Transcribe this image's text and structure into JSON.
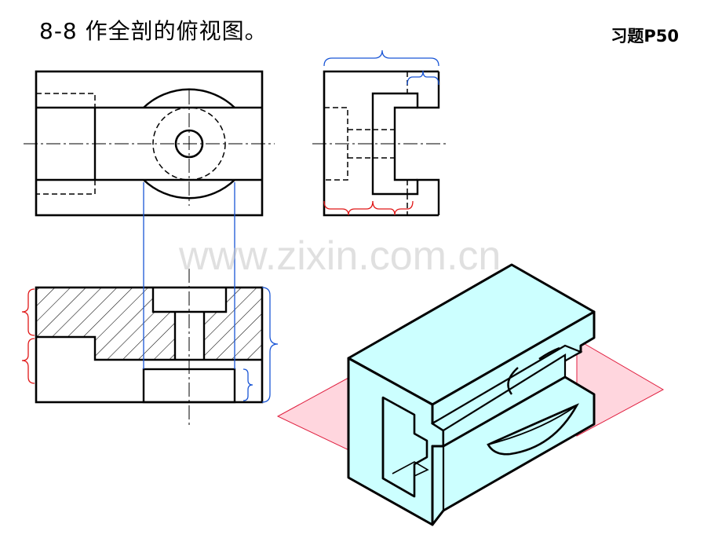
{
  "title": "8-8  作全剖的俯视图。",
  "reference": "习题P50",
  "watermark": "www.zixin.com.cn",
  "colors": {
    "outline": "#000000",
    "bracket_blue": "#1a56d6",
    "bracket_red": "#e01818",
    "model_face": "#ccffff",
    "section_plane": "#ffd6de",
    "section_plane_edge": "#e02040"
  }
}
